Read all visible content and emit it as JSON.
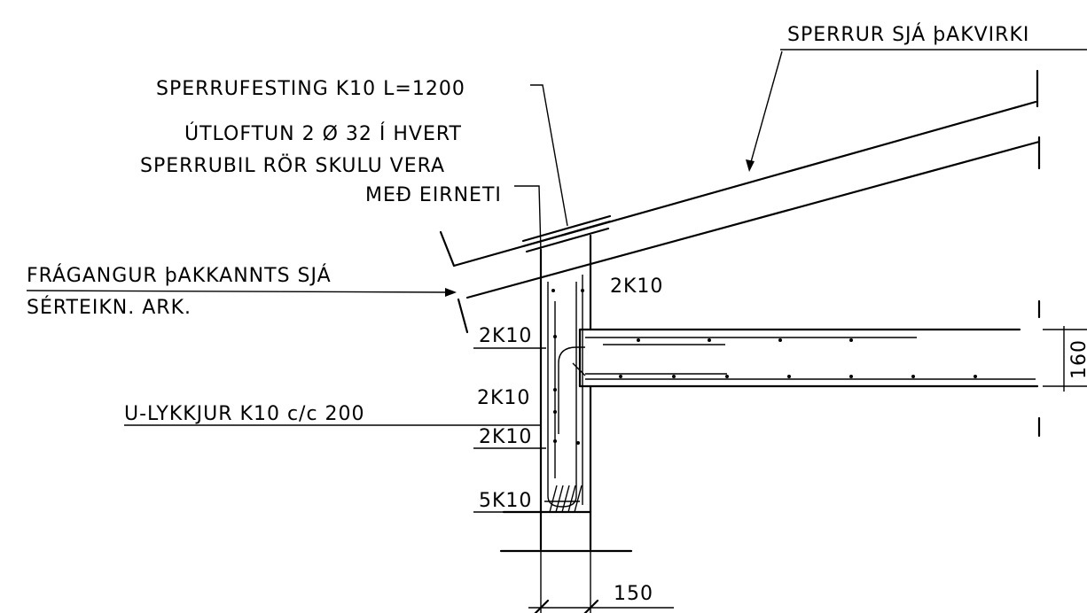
{
  "labels": {
    "sperrur": "SPERRUR SJÁ þAKVIRKI",
    "sperrufesting": "SPERRUFESTING K10 L=1200",
    "utloftun_1": "ÚTLOFTUN 2 Ø 32 Í HVERT",
    "utloftun_2": "SPERRUBIL RÖR SKULU VERA",
    "utloftun_3": "MEÐ EIRNETI",
    "fragangur_1": "FRÁGANGUR þAKKANNTS SJÁ",
    "fragangur_2": "SÉRTEIKN. ARK.",
    "ulykkjur": "U-LYKKJUR K10 c/c 200",
    "rebar_top_right": "2K10",
    "rebar_1": "2K10",
    "rebar_2": "2K10",
    "rebar_3": "2K10",
    "rebar_bottom": "5K10",
    "dim_150": "150",
    "dim_160": "160"
  }
}
